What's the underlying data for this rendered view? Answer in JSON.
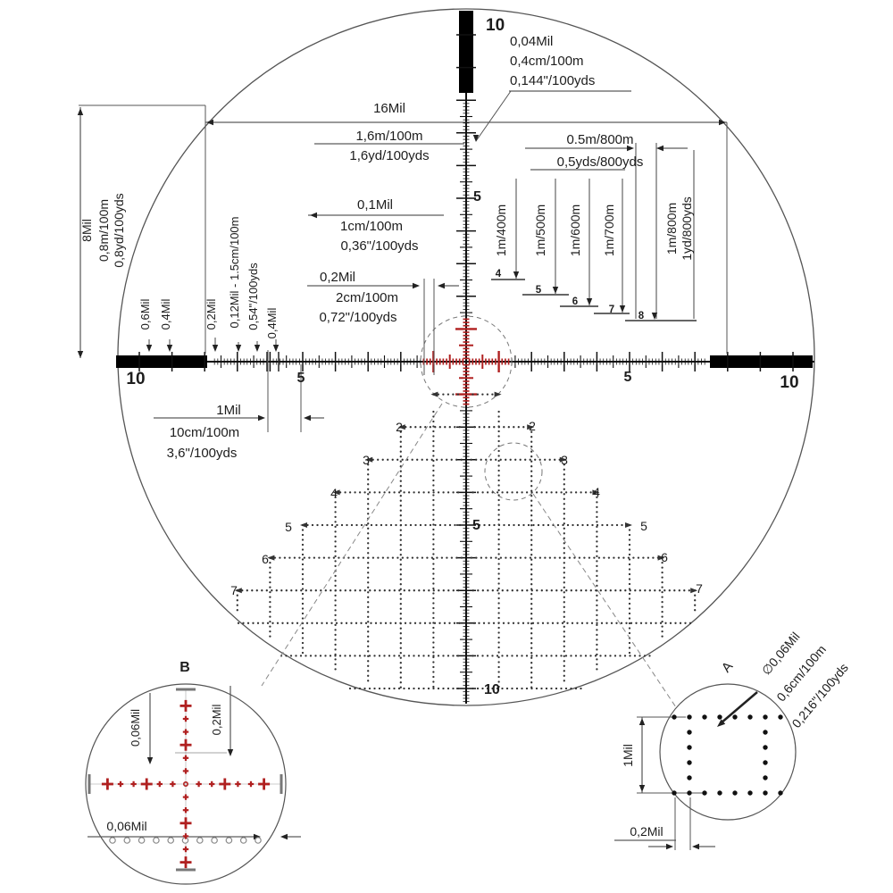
{
  "diagram": {
    "type": "rifle-scope mil reticle subtension diagram",
    "colors": {
      "reticle": "#111111",
      "illuminated_center_red": "#b02020",
      "annotation": "#333333"
    }
  },
  "axis": {
    "top_10": "10",
    "upper_5": "5",
    "left_10": "10",
    "left_5": "5",
    "right_5": "5",
    "right_10": "10",
    "lower_5": "5",
    "bottom_10": "10"
  },
  "specs": {
    "tick004": [
      "0,04Mil",
      "0,4cm/100m",
      "0,144\"/100yds"
    ],
    "width16": [
      "16Mil",
      "1,6m/100m",
      "1,6yd/100yds"
    ],
    "gap05": [
      "0.5m/800m",
      "0,5yds/800yds"
    ],
    "height8": [
      "8Mil",
      "0,8m/100m",
      "0,8yd/100yds"
    ],
    "tick01": [
      "0,1Mil",
      "1cm/100m",
      "0,36\"/100yds"
    ],
    "tick02": [
      "0,2Mil",
      "2cm/100m",
      "0,72\"/100yds"
    ],
    "mil1": [
      "1Mil",
      "10cm/100m",
      "3,6\"/100yds"
    ],
    "left_col": [
      "0,6Mil",
      "0,4Mil",
      "0,2Mil",
      "0,12Mil - 1.5cm/100m",
      "0,54\"/100yds",
      "0,4Mil"
    ]
  },
  "holdover": {
    "labels": [
      "1m/400m",
      "1m/500m",
      "1m/600m",
      "1m/700m",
      "1m/800m",
      "1yd/800yds"
    ],
    "numbers": [
      "4",
      "5",
      "6",
      "7",
      "8"
    ]
  },
  "tree": {
    "rows": [
      "2",
      "3",
      "4",
      "5",
      "6",
      "7"
    ],
    "center_5": "5"
  },
  "detail_b": {
    "label": "B",
    "dim_vertical_006": "0,06Mil",
    "dim_02": "0,2Mil",
    "dim_bottom_006": "0,06Mil"
  },
  "detail_a": {
    "label": "A",
    "spec": [
      "∅0,06Mil",
      "0,6cm/100m",
      "0,216\"/100yds"
    ],
    "dim_1mil": "1Mil",
    "dim_02": "0,2Mil"
  }
}
